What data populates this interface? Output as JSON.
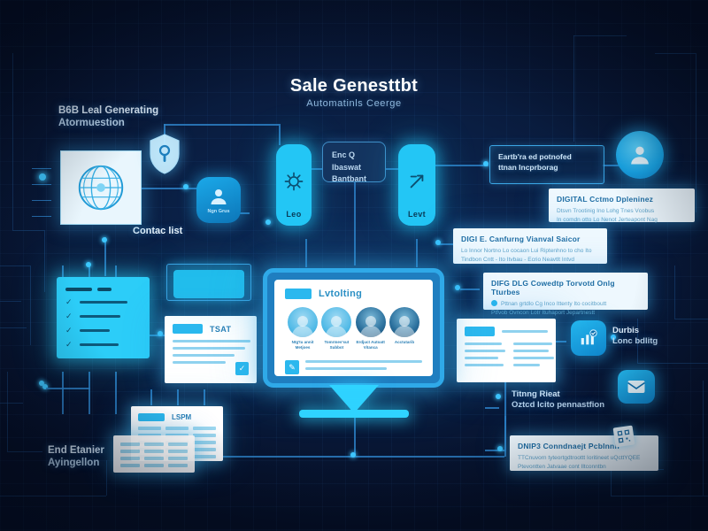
{
  "meta": {
    "accent_cyan": "#23c6f5",
    "accent_blue": "#2d7fc4",
    "bg_deep": "#091a3a",
    "panel_white": "#eef8fe"
  },
  "title": {
    "main": "Sale Genesttbt",
    "sub": "Automatinls Ceerge"
  },
  "labels": {
    "top_left_line1": "B6B Leal Generating",
    "top_left_line2": "Atormuestion",
    "contact_list": "Contac list",
    "bottom_left_line1": "End Etanier",
    "bottom_left_line2": "Ayingellon"
  },
  "icons": {
    "globe": "globe-icon",
    "shield": "shield-key-icon",
    "gear": "gear-icon",
    "link": "link-check-icon",
    "user_badge": "user-avatar-icon",
    "contacts": "contacts-icon",
    "analytics": "analytics-badge-icon",
    "inbox": "inbox-icon",
    "qr": "qr-code-icon",
    "pen": "pen-icon",
    "check": "check-icon"
  },
  "cards": {
    "gear_card": {
      "caption": "Leo",
      "icon": "gear-icon"
    },
    "link_card": {
      "caption": "Levt",
      "icon": "link-check-icon"
    },
    "contacts_chip": {
      "caption": "Ngn Grus"
    }
  },
  "center_dark_card": {
    "line1": "Enc Q Ibaswat",
    "line2": "Bantbant"
  },
  "outlined_box": {
    "line1": "Eartb'ra ed potnofed",
    "line2": "ttnan Incprborag"
  },
  "callouts": [
    {
      "title": "DIGITAL Cctmo Dpleninez",
      "body": "Dtsvn Trootinig Ino Lohg Tnes Vcobus\nIn comdn otto Lo Nenot Jerteapont Nag",
      "has_dot": false
    },
    {
      "title": "DIGI E. Canfurng Vianval Saicor",
      "body": "Lo Innor Nortno Lo cocaon Lui Riptenhno to cho Ito\nTindbon Cntt - Ito Itvbau - Ecrio Neavtlt Intvd",
      "has_dot": false
    },
    {
      "title": "DIFG DLG Cowedtp Torvotd Onlg Tturbes",
      "body": "Pttnan grtdlo Cg Inco Ittenty Ito cocitboutt\nPtfvob Ovncon Lotr Ituhaport Jepartnestt",
      "has_dot": true
    },
    {
      "title": "DNIP3 Conndnaejt Pcblnnn",
      "body": "TTCnuvorn tyteortgdtroottt Ioritineet uQcttYQEE\nPtevontten Jatvaae cont Iltconntbn",
      "has_dot": false
    }
  ],
  "right_labels": [
    {
      "line1": "Durbis",
      "line2": "Lonc bdlitg"
    },
    {
      "line1": "Titnng Rieat",
      "line2": "Oztcd Icito pennastfion"
    }
  ],
  "monitor": {
    "screen_title": "Lvtolting",
    "avatars": [
      {
        "name": "Ntg'tu annit\nMetjoes"
      },
      {
        "name": "Tomrmev'sut\nSubbot"
      },
      {
        "name": "Erdjuct Autoatt\nVitanca"
      },
      {
        "name": "Acctutarib"
      }
    ]
  },
  "doc_cards": {
    "mid_left": {
      "title": "TSAT",
      "lines": 5,
      "badge": "check-icon"
    },
    "mid_right": {
      "title": "",
      "lines": 8
    },
    "table": {
      "title": "LSPM",
      "rows": 5,
      "cols": 3
    }
  },
  "checklist": {
    "items": 4,
    "tick": "✓"
  }
}
